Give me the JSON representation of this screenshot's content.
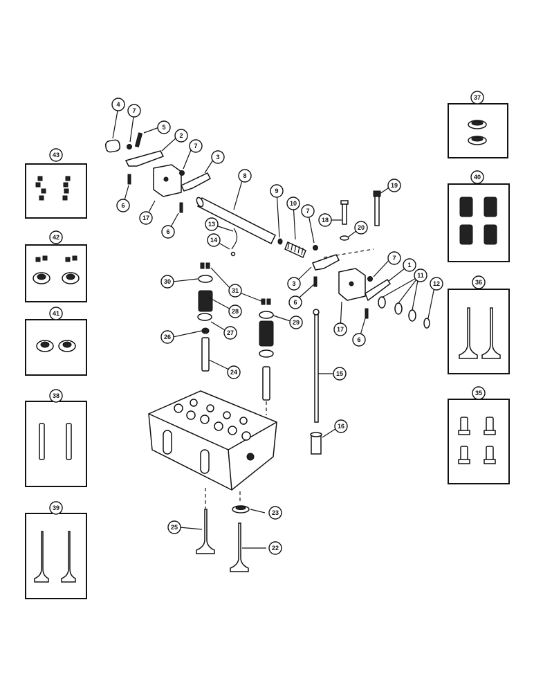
{
  "callouts": {
    "c1": "1",
    "c2": "2",
    "c3a": "3",
    "c3b": "3",
    "c4": "4",
    "c5": "5",
    "c6a": "6",
    "c6b": "6",
    "c6c": "6",
    "c6d": "6",
    "c7a": "7",
    "c7b": "7",
    "c7c": "7",
    "c7d": "7",
    "c8": "8",
    "c9": "9",
    "c10": "10",
    "c11": "11",
    "c12": "12",
    "c13": "13",
    "c14": "14",
    "c15": "15",
    "c16": "16",
    "c17a": "17",
    "c17b": "17",
    "c18": "18",
    "c19": "19",
    "c20": "20",
    "c22": "22",
    "c23": "23",
    "c24": "24",
    "c25": "25",
    "c26": "26",
    "c27": "27",
    "c28": "28",
    "c29": "29",
    "c30": "30",
    "c31": "31",
    "c35": "35",
    "c36": "36",
    "c37": "37",
    "c38": "38",
    "c39": "39",
    "c40": "40",
    "c41": "41",
    "c42": "42",
    "c43": "43"
  }
}
